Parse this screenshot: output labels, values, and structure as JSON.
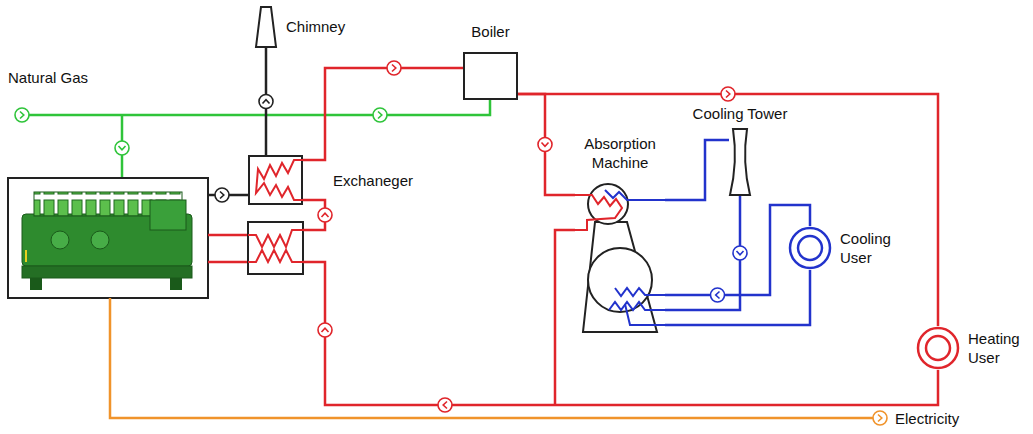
{
  "diagram": {
    "nodes": [
      {
        "text": [
          "Chimney"
        ]
      },
      {
        "text": [
          "Boiler"
        ]
      },
      {
        "text": [
          "Exchaneger"
        ]
      },
      {
        "text": [
          "Absorption Machine"
        ]
      },
      {
        "text": [
          "Cooling Tower"
        ]
      },
      {
        "text": [
          "Cooling User"
        ]
      },
      {
        "text": [
          "Heating User"
        ]
      }
    ],
    "edges": [
      {
        "from": 2,
        "to": 0,
        "arrow": "to"
      },
      {
        "from": 2,
        "to": 1,
        "arrow": "to"
      },
      {
        "from": 1,
        "to": 3,
        "arrow": "to"
      },
      {
        "from": 1,
        "to": 6,
        "arrow": "to"
      },
      {
        "from": 3,
        "to": 4,
        "arrow": "none"
      },
      {
        "from": 4,
        "to": 3,
        "arrow": "to"
      },
      {
        "from": 3,
        "to": 5,
        "arrow": "none"
      },
      {
        "from": 5,
        "to": 3,
        "arrow": "to"
      }
    ],
    "labels": [
      "Natural Gas",
      "Electricity"
    ]
  }
}
